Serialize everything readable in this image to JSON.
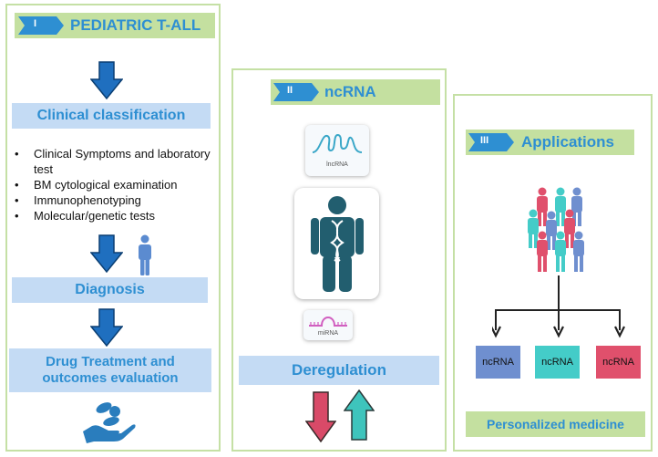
{
  "panel1": {
    "tag": "I",
    "title": "PEDIATRIC T-ALL",
    "clinical": "Clinical classification",
    "bullets": [
      "Clinical Symptoms and laboratory test",
      "BM cytological examination",
      "Immunophenotyping",
      "Molecular/genetic tests"
    ],
    "diagnosis": "Diagnosis",
    "drug_line1": "Drug Treatment and",
    "drug_line2": "outcomes evaluation"
  },
  "panel2": {
    "tag": "II",
    "title": "ncRNA",
    "lncrna_label": "lncRNA",
    "mirna_label": "miRNA",
    "deregulation": "Deregulation"
  },
  "panel3": {
    "tag": "III",
    "title": "Applications",
    "boxes": [
      "ncRNA",
      "ncRNA",
      "ncRNA"
    ],
    "personalized": "Personalized medicine"
  },
  "colors": {
    "blue": "#2e8fd2",
    "green_banner": "#c4e0a0",
    "light_blue": "#c4dbf4",
    "box_blue": "#6f8fcf",
    "box_teal": "#44ccc8",
    "box_red": "#e0506c",
    "arrow_red": "#d94a68",
    "arrow_teal": "#3ec4bc",
    "arrow_blue": "#1f6fbf"
  }
}
